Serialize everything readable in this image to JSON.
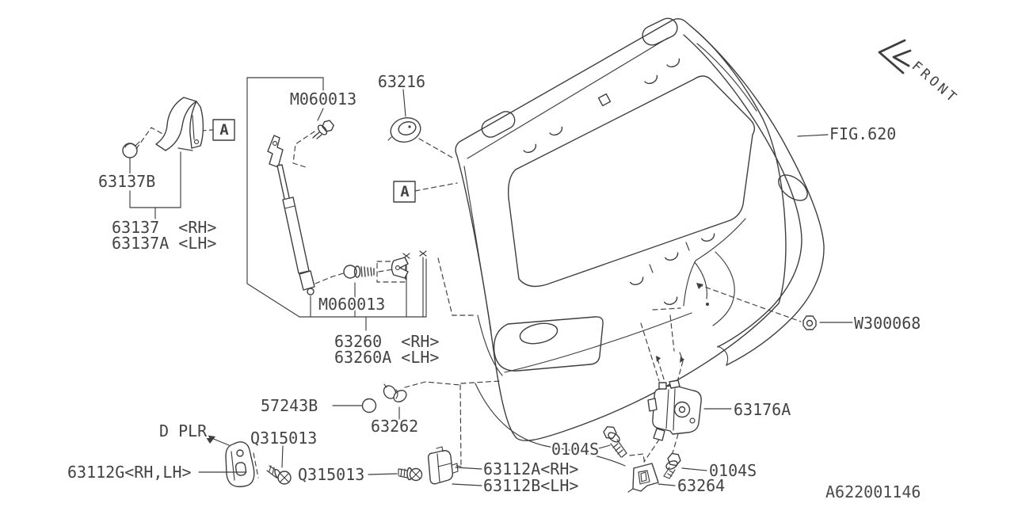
{
  "diagram": {
    "kind": "exploded-parts-diagram",
    "subject": "back door / tail gate panel hardware"
  },
  "labels": {
    "m060013": "M060013",
    "g63216": "63216",
    "fig620": "FIG.620",
    "front": "FRONT",
    "b63137b": "63137B",
    "hinge_rh": "63137  <RH>",
    "hinge_lh": "63137A <LH>",
    "marker_a": "A",
    "stay_rh": "63260  <RH>",
    "stay_lh": "63260A <LH>",
    "w300068": "W300068",
    "c57243b": "57243B",
    "b63262": "63262",
    "l63176a": "63176A",
    "d_plr": "D PLR",
    "q315013": "Q315013",
    "b63112g": "63112G<RH,LH>",
    "stopper_rh": "63112A<RH>",
    "stopper_lh": "63112B<LH>",
    "s0104": "0104S",
    "s63264": "63264",
    "drawing_no": "A622001146"
  },
  "colors": {
    "line": "#3e3e3e",
    "text": "#434343",
    "background": "#ffffff"
  }
}
